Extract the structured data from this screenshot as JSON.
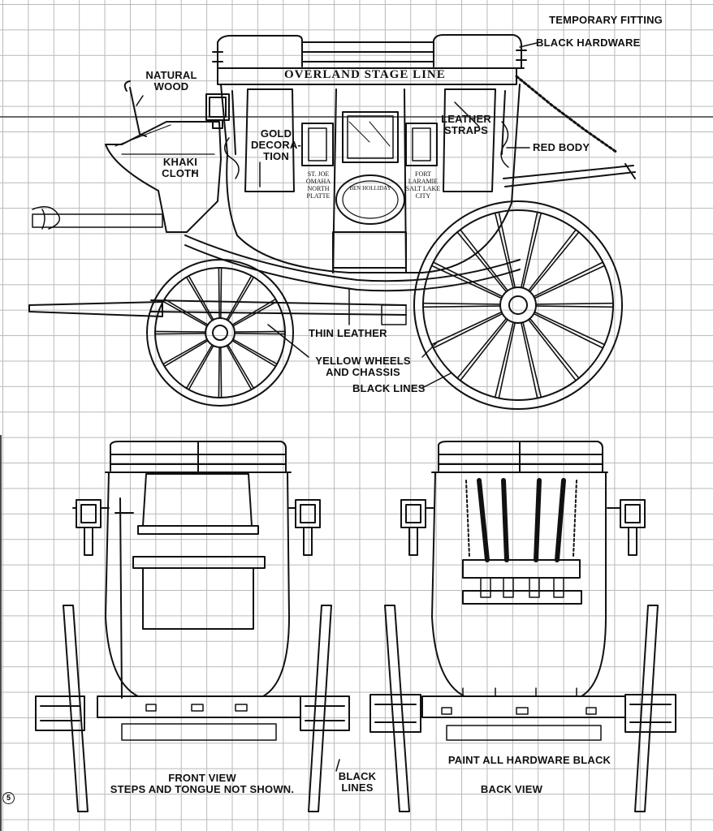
{
  "labels": {
    "temporary_fitting": "TEMPORARY FITTING",
    "black_hardware": "BLACK HARDWARE",
    "natural_wood": "NATURAL\nWOOD",
    "gold_decoration": "GOLD\nDECORA-\nTION",
    "leather_straps": "LEATHER\nSTRAPS",
    "red_body": "RED BODY",
    "khaki_cloth": "KHAKI\nCLOTH",
    "thin_leather": "THIN LEATHER",
    "yellow_wheels": "YELLOW WHEELS\nAND CHASSIS",
    "black_lines_side": "BLACK LINES",
    "front_view": "FRONT VIEW\nSTEPS AND TONGUE NOT SHOWN.",
    "black_lines_bottom": "BLACK\nLINES",
    "paint_hardware": "PAINT ALL HARDWARE BLACK",
    "back_view": "BACK VIEW",
    "page_number": "5"
  },
  "coach_text": {
    "sign": "OVERLAND STAGE LINE",
    "panel_left": "ST. JOE\nOMAHA\nNORTH\nPLATTE",
    "panel_center": "BEN HOLLIDAY",
    "panel_right": "FORT\nLARAMIE\nSALT LAKE\nCITY"
  },
  "colors": {
    "ink": "#111111",
    "grid": "#b9b9b9",
    "grid_heavy": "#6a6a6a",
    "paper": "#ffffff"
  }
}
